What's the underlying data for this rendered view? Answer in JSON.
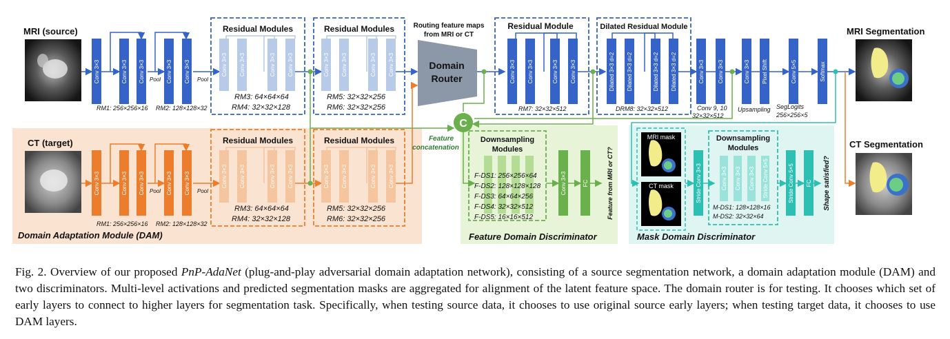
{
  "inputs": {
    "mri_source": "MRI (source)",
    "ct_target": "CT (target)"
  },
  "outputs": {
    "mri_segmentation": "MRI Segmentation",
    "ct_segmentation": "CT Segmentation"
  },
  "top_path": {
    "conv": "Conv 3×3",
    "pool": "Pool",
    "softmax": "Softmax",
    "pixel_shift": "Pixel Shift",
    "conv5": "Conv 5×5",
    "residual_modules": "Residual Modules",
    "residual_module": "Residual Module",
    "dilated_residual_module": "Dilated Residual Module",
    "dilated_conv": "Dilated 3×3 d=2",
    "rm1": "RM1: 256×256×16",
    "rm2": "RM2: 128×128×32",
    "rm3": "RM3: 64×64×64",
    "rm4": "RM4: 32×32×128",
    "rm5": "RM5: 32×32×256",
    "rm6": "RM6: 32×32×256",
    "rm7": "RM7: 32×32×512",
    "drm8": "DRM8: 32×32×512",
    "conv910_line1": "Conv 9, 10",
    "conv910_line2": "32×32×512",
    "upsampling": "Upsampling",
    "seglogits_line1": "SegLogits",
    "seglogits_line2": "256×256×5"
  },
  "router": {
    "note_line1": "Routing feature maps",
    "note_line2": "from MRI or CT",
    "label_line1": "Domain",
    "label_line2": "Router"
  },
  "concat": {
    "symbol": "C",
    "label_line1": "Feature",
    "label_line2": "concatenation"
  },
  "dam": {
    "title": "Domain Adaptation Module (DAM)",
    "residual_modules": "Residual Modules",
    "rm1": "RM1: 256×256×16",
    "rm2": "RM2: 128×128×32",
    "rm3": "RM3: 64×64×64",
    "rm4": "RM4: 32×32×128",
    "rm5": "RM5: 32×32×256",
    "rm6": "RM6: 32×32×256"
  },
  "feature_disc": {
    "title": "Feature Domain Discriminator",
    "downsampling_line1": "Downsampling",
    "downsampling_line2": "Modules",
    "ds": [
      "F-DS1: 256×256×64",
      "F-DS2: 128×128×128",
      "F-DS3: 64×64×256",
      "F-DS4: 32×32×512",
      "F-DS5: 16×16×512"
    ],
    "conv": "Conv 3×3",
    "fc": "FC",
    "question": "Feature from MRI or CT?"
  },
  "mask_disc": {
    "title": "Mask Domain Discriminator",
    "mri_mask": "MRI mask",
    "ct_mask": "CT mask",
    "downsampling_line1": "Downsampling",
    "downsampling_line2": "Modules",
    "stride_conv3": "Stride Conv 3×3",
    "stride_conv5": "Stride Conv 5×5",
    "conv": "Conv 3×3",
    "conv5": "Conv 5×5",
    "fc": "FC",
    "ds1": "M-DS1: 128×128×16",
    "ds2": "M-DS2: 32×32×64",
    "question": "Shape satisfied?"
  },
  "caption": {
    "prefix": "Fig. 2.  Overview of our proposed ",
    "name": "PnP-AdaNet",
    "text": " (plug-and-play adversarial domain adaptation network), consisting of a source segmentation network, a domain adaptation module (DAM) and two discriminators. Multi-level activations and predicted segmentation masks are aggregated for alignment of the latent feature space. The domain router is for testing. It chooses which set of early layers to connect to higher layers for segmentation task. Specifically, when testing source data, it chooses to use original source early layers; when testing target data, it chooses to use DAM layers."
  },
  "colors": {
    "blue": "#3563c8",
    "light_blue": "#b7cae8",
    "orange": "#ec7d2c",
    "light_orange": "#f5c5a0",
    "green": "#6ab04c",
    "teal": "#2ebfb3",
    "dam_bg": "#fbe3d1",
    "disc_bg": "#e8f4d8",
    "mask_bg": "#dff5f2",
    "router": "#8c98a8"
  }
}
